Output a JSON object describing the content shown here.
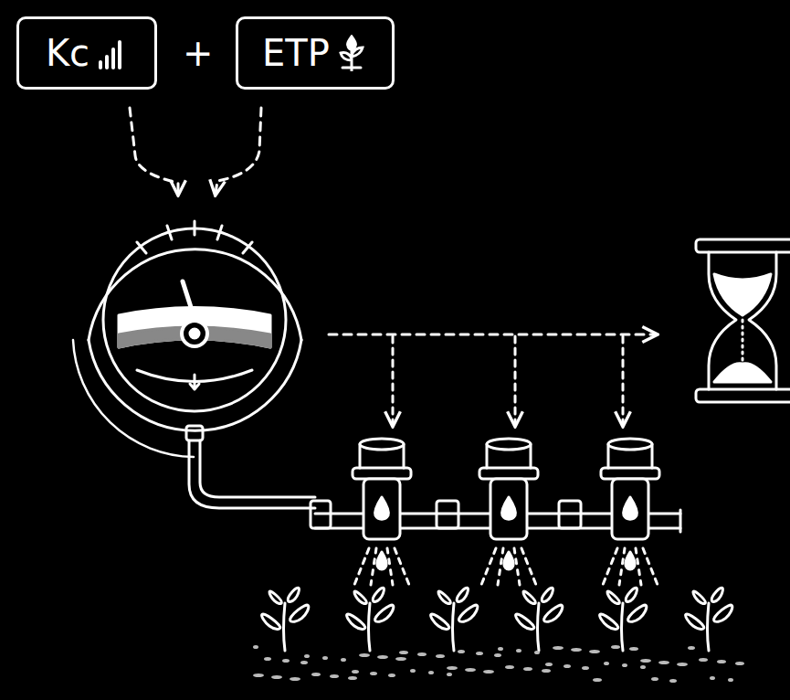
{
  "diagram": {
    "nodes": [
      {
        "text": [
          "Kc"
        ]
      },
      {
        "text": [
          "ETP"
        ]
      }
    ],
    "labels": [
      "+"
    ]
  }
}
